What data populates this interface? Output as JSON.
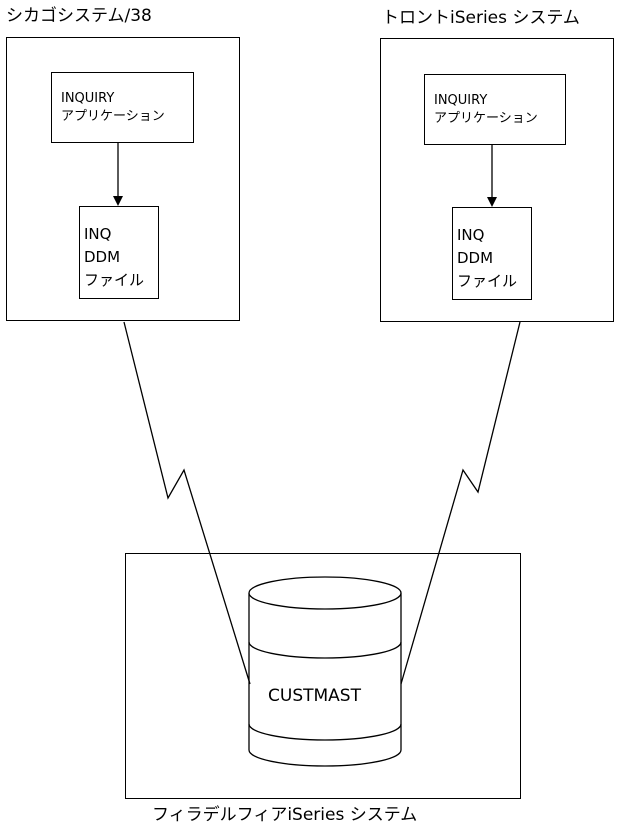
{
  "systems": {
    "chicago": {
      "title": "シカゴシステム/38",
      "app_line1": "INQUIRY",
      "app_line2": "アプリケーション",
      "ddm_line1": "INQ",
      "ddm_line2": "DDM",
      "ddm_line3": "ファイル"
    },
    "toronto": {
      "title": "トロントiSeries システム",
      "app_line1": "INQUIRY",
      "app_line2": "アプリケーション",
      "ddm_line1": "INQ",
      "ddm_line2": "DDM",
      "ddm_line3": "ファイル"
    },
    "philadelphia": {
      "title": "フィラデルフィアiSeries システム",
      "database_label": "CUSTMAST"
    }
  }
}
